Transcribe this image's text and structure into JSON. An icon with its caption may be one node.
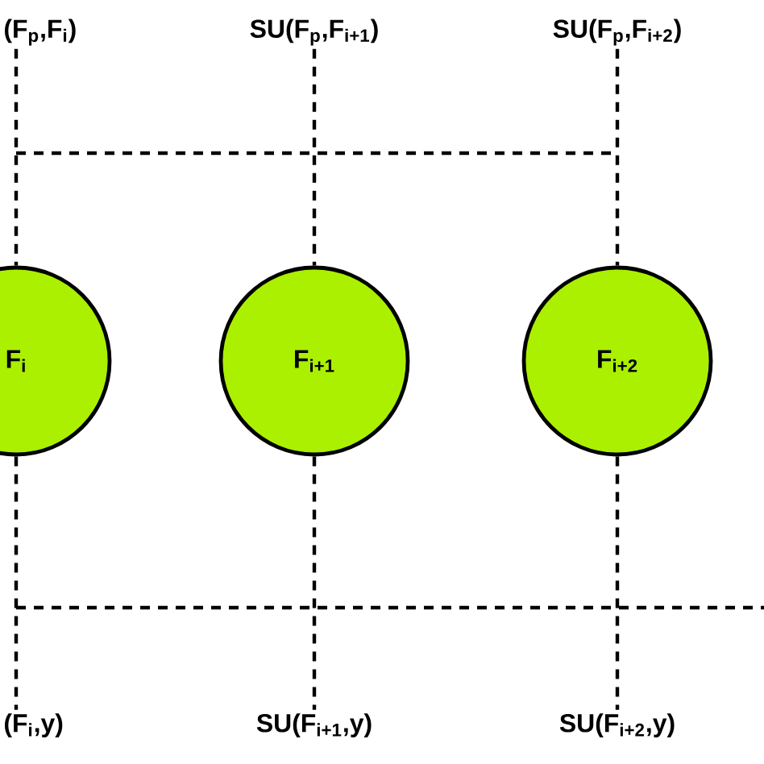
{
  "diagram": {
    "nodes": [
      {
        "text": [
          "(F$_{p}$,F$_{i}$)"
        ]
      },
      {
        "text": [
          "SU(F$_{p}$,F$_{i+1}$)"
        ]
      },
      {
        "text": [
          "SU(F$_{p}$,F$_{i+2}$)"
        ]
      },
      {
        "text": [
          "F$_{i}$"
        ]
      },
      {
        "text": [
          "F$_{i+1}$"
        ]
      },
      {
        "text": [
          "F$_{i+2}$"
        ]
      },
      {
        "text": [
          "(F$_{i}$,y)"
        ]
      },
      {
        "text": [
          "SU(F$_{i+1}$,y)"
        ]
      },
      {
        "text": [
          "SU(F$_{i+2}$,y)"
        ]
      }
    ],
    "edges": [
      {
        "from": 0,
        "to": 3,
        "arrow": "none",
        "style": "dashed"
      },
      {
        "from": 1,
        "to": 4,
        "arrow": "none",
        "style": "dashed"
      },
      {
        "from": 2,
        "to": 5,
        "arrow": "none",
        "style": "dashed"
      },
      {
        "from": 3,
        "to": 6,
        "arrow": "none",
        "style": "dashed"
      },
      {
        "from": 4,
        "to": 7,
        "arrow": "none",
        "style": "dashed"
      },
      {
        "from": 5,
        "to": 8,
        "arrow": "none",
        "style": "dashed"
      }
    ]
  }
}
